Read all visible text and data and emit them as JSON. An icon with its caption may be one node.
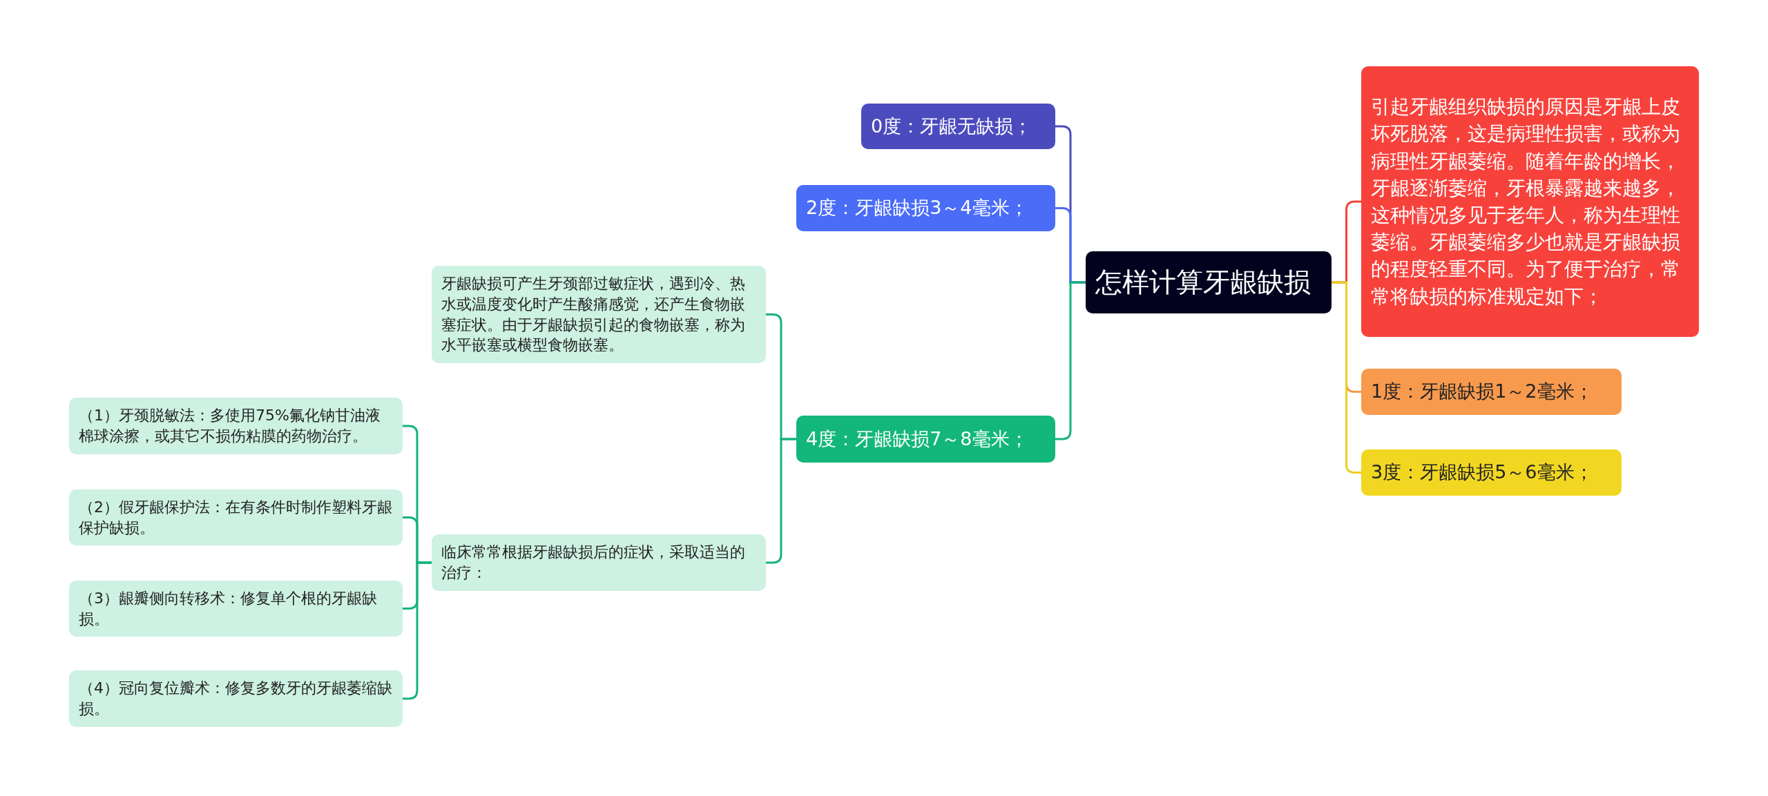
{
  "diagram": {
    "nodes": [
      {
        "text": [
          "怎样计算牙龈缺损"
        ]
      },
      {
        "text": [
          "0度：牙龈无缺损；"
        ]
      },
      {
        "text": [
          "2度：牙龈缺损3～4毫米；"
        ]
      },
      {
        "text": [
          "4度：牙龈缺损7～8毫米；"
        ]
      },
      {
        "text": [
          "牙龈缺损可产生牙颈部过敏症状，遇到冷、热水或温度变化时产生酸痛感觉，还产生食物嵌塞症状。由于牙龈缺损引起的食物嵌塞，称为水平嵌塞或横型食物嵌塞。"
        ]
      },
      {
        "text": [
          "临床常常根据牙龈缺损后的症状，采取适当的治疗："
        ]
      },
      {
        "text": [
          "（1）牙颈脱敏法：多使用75%氟化钠甘油液棉球涂擦，或其它不损伤粘膜的药物治疗。"
        ]
      },
      {
        "text": [
          "（2）假牙龈保护法：在有条件时制作塑料牙龈保护缺损。"
        ]
      },
      {
        "text": [
          "（3）龈瓣侧向转移术：修复单个根的牙龈缺损。"
        ]
      },
      {
        "text": [
          "（4）冠向复位瓣术：修复多数牙的牙龈萎缩缺损。"
        ]
      },
      {
        "text": [
          "引起牙龈组织缺损的原因是牙龈上皮坏死脱落，这是病理性损害，或称为病理性牙龈萎缩。随着年龄的增长，牙龈逐渐萎缩，牙根暴露越来越多，这种情况多见于老年人，称为生理性萎缩。牙龈萎缩多少也就是牙龈缺损的程度轻重不同。为了便于治疗，常常将缺损的标准规定如下；"
        ]
      },
      {
        "text": [
          "1度：牙龈缺损1～2毫米；"
        ]
      },
      {
        "text": [
          "3度：牙龈缺损5～6毫米；"
        ]
      }
    ],
    "edges": [
      {
        "from": 0,
        "to": 1,
        "arrow": "none",
        "color": "#4c4bbd"
      },
      {
        "from": 0,
        "to": 2,
        "arrow": "none",
        "color": "#4a6cf7"
      },
      {
        "from": 0,
        "to": 3,
        "arrow": "none"
      },
      {
        "from": 3,
        "to": 4,
        "arrow": "none"
      },
      {
        "from": 3,
        "to": 5,
        "arrow": "none"
      },
      {
        "from": 5,
        "to": 6,
        "arrow": "none"
      },
      {
        "from": 5,
        "to": 7,
        "arrow": "none"
      },
      {
        "from": 5,
        "to": 8,
        "arrow": "none"
      },
      {
        "from": 5,
        "to": 9,
        "arrow": "none"
      },
      {
        "from": 0,
        "to": 10,
        "arrow": "none",
        "color": "#f2433a"
      },
      {
        "from": 0,
        "to": 11,
        "arrow": "none",
        "color": "#f29a4a"
      },
      {
        "from": 0,
        "to": 12,
        "arrow": "none",
        "color": "#eecf1f"
      }
    ]
  }
}
